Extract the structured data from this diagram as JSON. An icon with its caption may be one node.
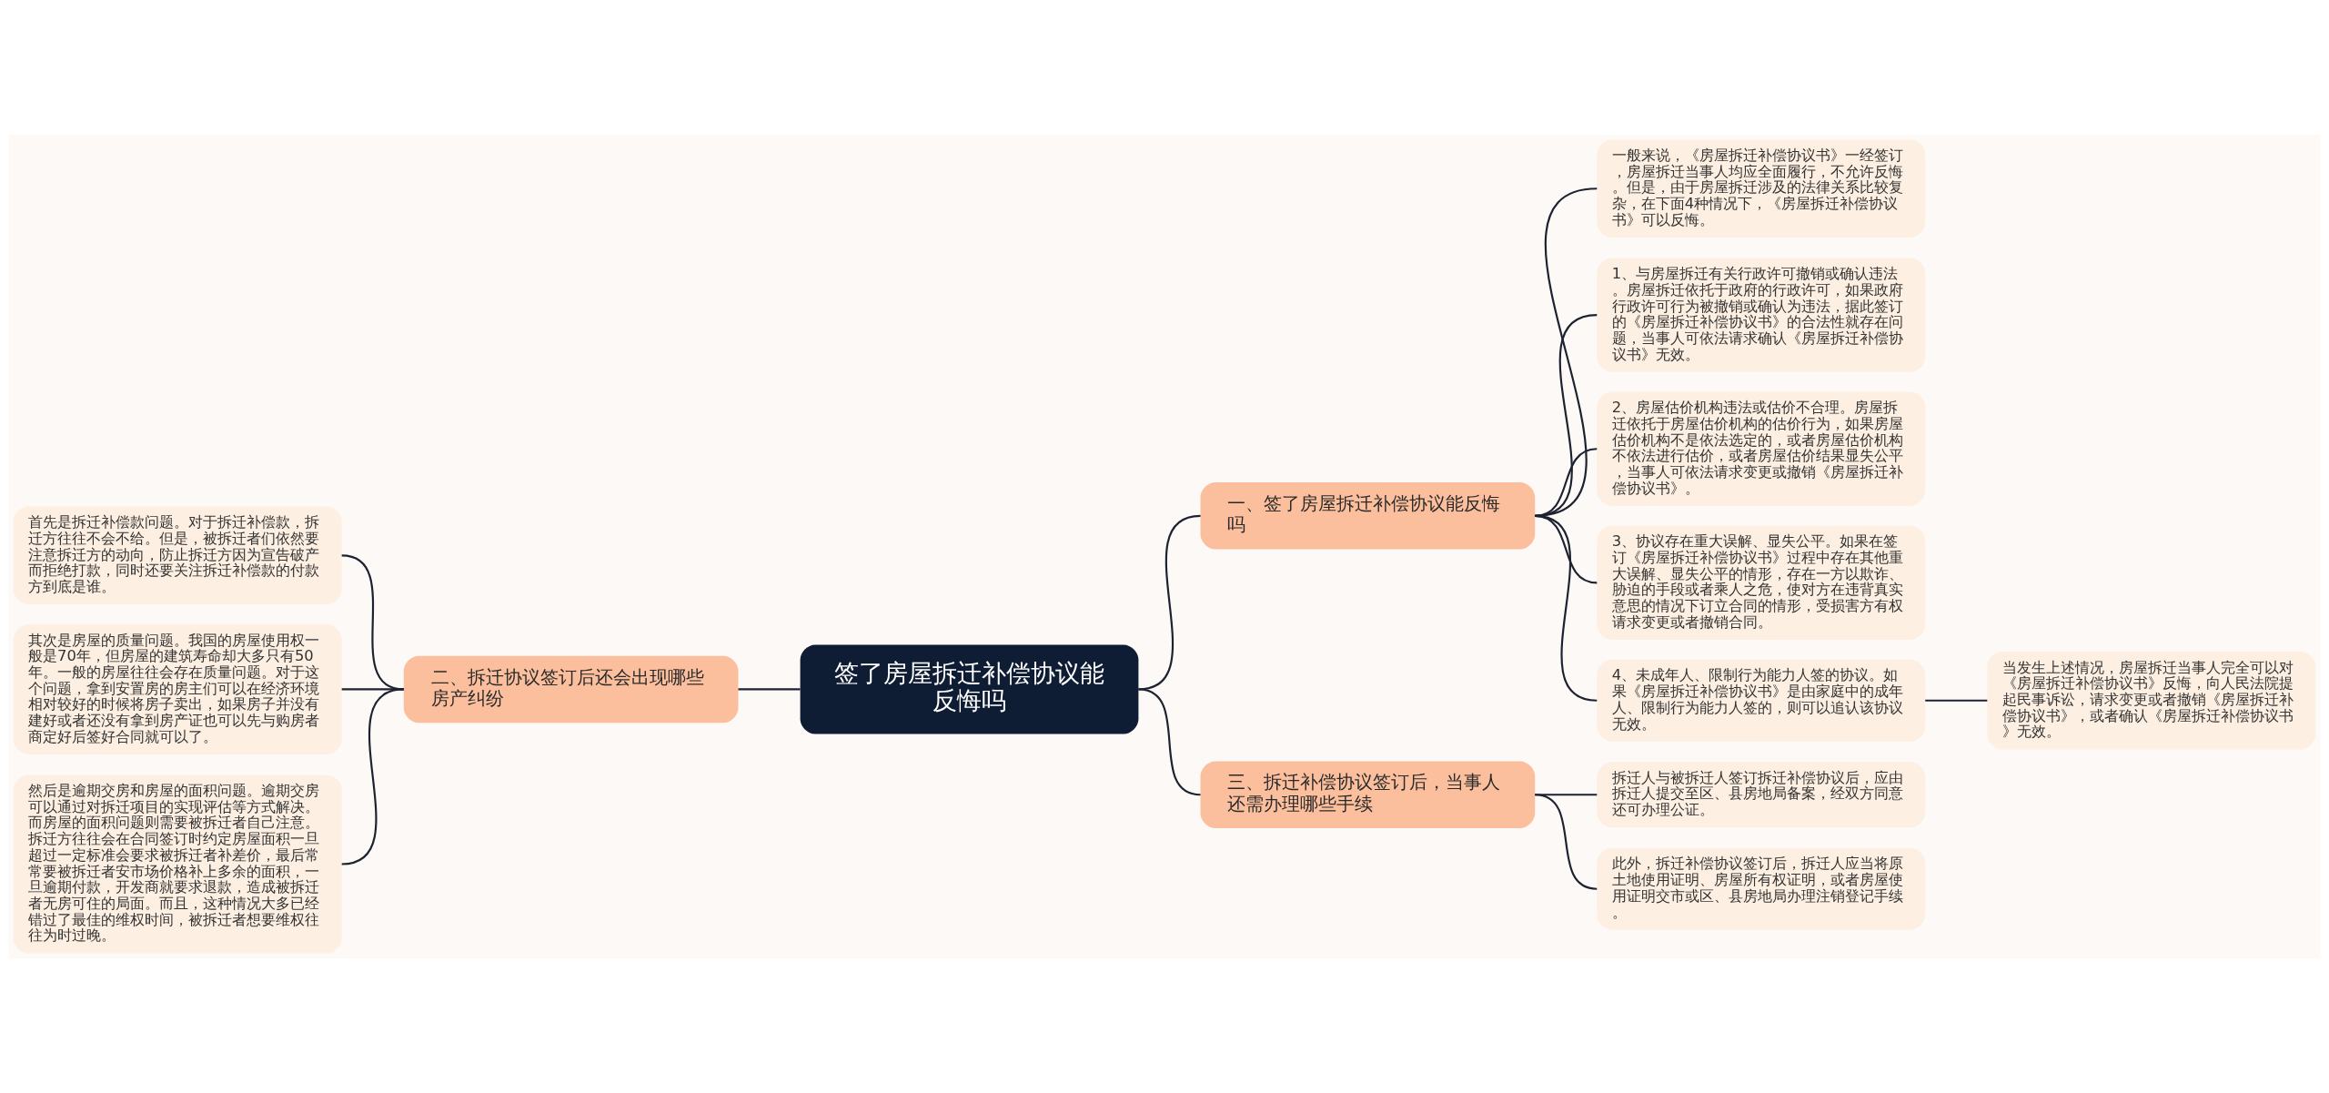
{
  "diagram": {
    "nodes": [
      {
        "text": [
          "签了房屋拆迁补偿协议能反悔吗"
        ]
      },
      {
        "text": [
          "一、签了房屋拆迁补偿协议能反悔吗"
        ]
      },
      {
        "text": [
          "一般来说，《房屋拆迁补偿协议书》一经签订，房屋拆迁当事人均应全面履行，不允许反悔。但是，由于房屋拆迁涉及的法律关系比较复杂，在下面4种情况下，《房屋拆迁补偿协议书》可以反悔。"
        ]
      },
      {
        "text": [
          "1、与房屋拆迁有关行政许可撤销或确认违法。房屋拆迁依托于政府的行政许可，如果政府行政许可行为被撤销或确认为违法，据此签订的《房屋拆迁补偿协议书》的合法性就存在问题，当事人可依法请求确认《房屋拆迁补偿协议书》无效。"
        ]
      },
      {
        "text": [
          "2、房屋估价机构违法或估价不合理。房屋拆迁依托于房屋估价机构的估价行为，如果房屋估价机构不是依法选定的，或者房屋估价机构不依法进行估价，或者房屋估价结果显失公平，当事人可依法请求变更或撤销《房屋拆迁补偿协议书》。"
        ]
      },
      {
        "text": [
          "3、协议存在重大误解、显失公平。如果在签订《房屋拆迁补偿协议书》过程中存在其他重大误解、显失公平的情形，存在一方以欺诈、胁迫的手段或者乘人之危，使对方在违背真实意思的情况下订立合同的情形，受损害方有权请求变更或者撤销合同。"
        ]
      },
      {
        "text": [
          "4、未成年人、限制行为能力人签的协议。如果《房屋拆迁补偿协议书》是由家庭中的成年人、限制行为能力人签的，则可以追认该协议无效。"
        ]
      },
      {
        "text": [
          "当发生上述情况，房屋拆迁当事人完全可以对《房屋拆迁补偿协议书》反悔，向人民法院提起民事诉讼，请求变更或者撤销《房屋拆迁补偿协议书》，或者确认《房屋拆迁补偿协议书》无效。"
        ]
      },
      {
        "text": [
          "二、拆迁协议签订后还会出现哪些房产纠纷"
        ]
      },
      {
        "text": [
          "首先是拆迁补偿款问题。对于拆迁补偿款，拆迁方往往不会不给。但是，被拆迁者们依然要注意拆迁方的动向，防止拆迁方因为宣告破产而拒绝打款，同时还要关注拆迁补偿款的付款方到底是谁。"
        ]
      },
      {
        "text": [
          "其次是房屋的质量问题。我国的房屋使用权一般是70年，但房屋的建筑寿命却大多只有50年。一般的房屋往往会存在质量问题。对于这个问题，拿到安置房的房主们可以在经济环境相对较好的时候将房子卖出，如果房子并没有建好或者还没有拿到房产证也可以先与购房者商定好后签好合同就可以了。"
        ]
      },
      {
        "text": [
          "然后是逾期交房和房屋的面积问题。逾期交房可以通过对拆迁项目的实现评估等方式解决。而房屋的面积问题则需要被拆迁者自己注意。拆迁方往往会在合同签订时约定房屋面积一旦超过一定标准会要求被拆迁者补差价，最后常常要被拆迁者安市场价格补上多余的面积，一旦逾期付款，开发商就要求退款，造成被拆迁者无房可住的局面。而且，这种情况大多已经错过了最佳的维权时间，被拆迁者想要维权往往为时过晚。"
        ]
      },
      {
        "text": [
          "三、拆迁补偿协议签订后，当事人还需办理哪些手续"
        ]
      },
      {
        "text": [
          "拆迁人与被拆迁人签订拆迁补偿协议后，应由拆迁人提交至区、县房地局备案，经双方同意还可办理公证。"
        ]
      },
      {
        "text": [
          "此外，拆迁补偿协议签订后，拆迁人应当将原土地使用证明、房屋所有权证明，或者房屋使用证明交市或区、县房地局办理注销登记手续。"
        ]
      }
    ],
    "edges": [
      {
        "from": 0,
        "to": 1,
        "arrow": "none"
      },
      {
        "from": 1,
        "to": 2,
        "arrow": "none"
      },
      {
        "from": 1,
        "to": 3,
        "arrow": "none"
      },
      {
        "from": 1,
        "to": 4,
        "arrow": "none"
      },
      {
        "from": 1,
        "to": 5,
        "arrow": "none"
      },
      {
        "from": 1,
        "to": 6,
        "arrow": "none"
      },
      {
        "from": 6,
        "to": 7,
        "arrow": "none"
      },
      {
        "from": 0,
        "to": 8,
        "arrow": "none"
      },
      {
        "from": 8,
        "to": 9,
        "arrow": "none"
      },
      {
        "from": 8,
        "to": 10,
        "arrow": "none"
      },
      {
        "from": 8,
        "to": 11,
        "arrow": "none"
      },
      {
        "from": 0,
        "to": 12,
        "arrow": "none"
      },
      {
        "from": 12,
        "to": 13,
        "arrow": "none"
      },
      {
        "from": 12,
        "to": 14,
        "arrow": "none"
      }
    ]
  }
}
